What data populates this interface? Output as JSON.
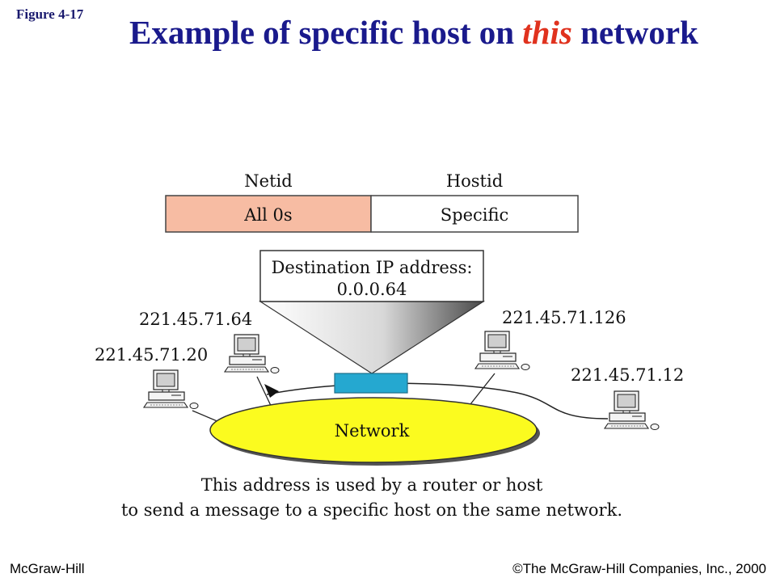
{
  "figure_label": "Figure  4-17",
  "title": {
    "prefix": "Example of specific host on ",
    "emphasis": "this",
    "suffix": " network"
  },
  "address_format": {
    "netid_header": "Netid",
    "hostid_header": "Hostid",
    "netid_value": "All 0s",
    "hostid_value": "Specific"
  },
  "callout": {
    "line1": "Destination IP address:",
    "line2": "0.0.0.64"
  },
  "hosts": [
    {
      "address": "221.45.71.64"
    },
    {
      "address": "221.45.71.20"
    },
    {
      "address": "221.45.71.126"
    },
    {
      "address": "221.45.71.12"
    }
  ],
  "network_label": "Network",
  "caption": {
    "line1": "This address is used by a router or host",
    "line2": "to send a message to a specific host on the same network."
  },
  "colors": {
    "netid_fill": "#f7bca3",
    "network_fill": "#fbfb1f",
    "packet_fill": "#25a8d0",
    "title_color": "#1a1a8c",
    "title_emphasis": "#e0321e"
  },
  "footer": {
    "left": "McGraw-Hill",
    "right": "©The McGraw-Hill Companies, Inc., 2000"
  }
}
